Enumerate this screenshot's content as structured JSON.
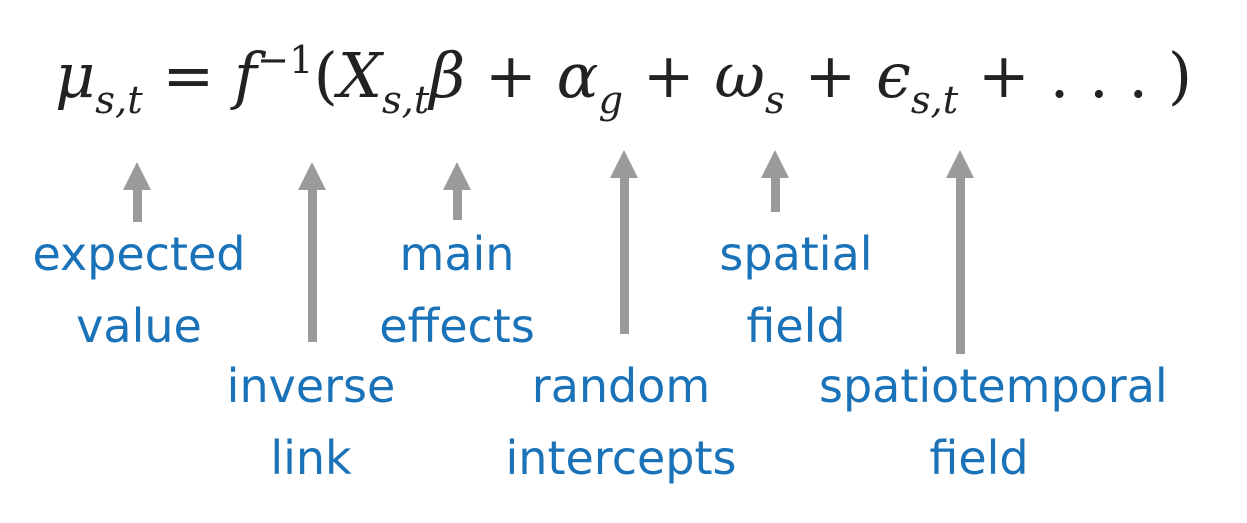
{
  "equation": {
    "mu": "μ",
    "mu_sub": "s,t",
    "equals": " = ",
    "f": "f",
    "f_sup": "−1",
    "lparen": "(",
    "X": "X",
    "X_sub": "s,t",
    "beta": "β",
    "plus1": " + ",
    "alpha": "α",
    "alpha_sub": "g",
    "plus2": " + ",
    "omega": "ω",
    "omega_sub": "s",
    "plus3": " + ",
    "epsilon": "ϵ",
    "epsilon_sub": "s,t",
    "plus4": " + ",
    "ellipsis": ". . . ",
    "rparen": ")"
  },
  "labels": {
    "expected_value": [
      "expected",
      "value"
    ],
    "inverse_link": [
      "inverse",
      "link"
    ],
    "main_effects": [
      "main",
      "effects"
    ],
    "random_intercepts": [
      "random",
      "intercepts"
    ],
    "spatial_field": [
      "spatial",
      "field"
    ],
    "spatiotemporal_field": [
      "spatiotemporal",
      "field"
    ]
  },
  "colors": {
    "label": "#1a72b8",
    "arrow": "#9a9a9a",
    "equation": "#222222"
  }
}
